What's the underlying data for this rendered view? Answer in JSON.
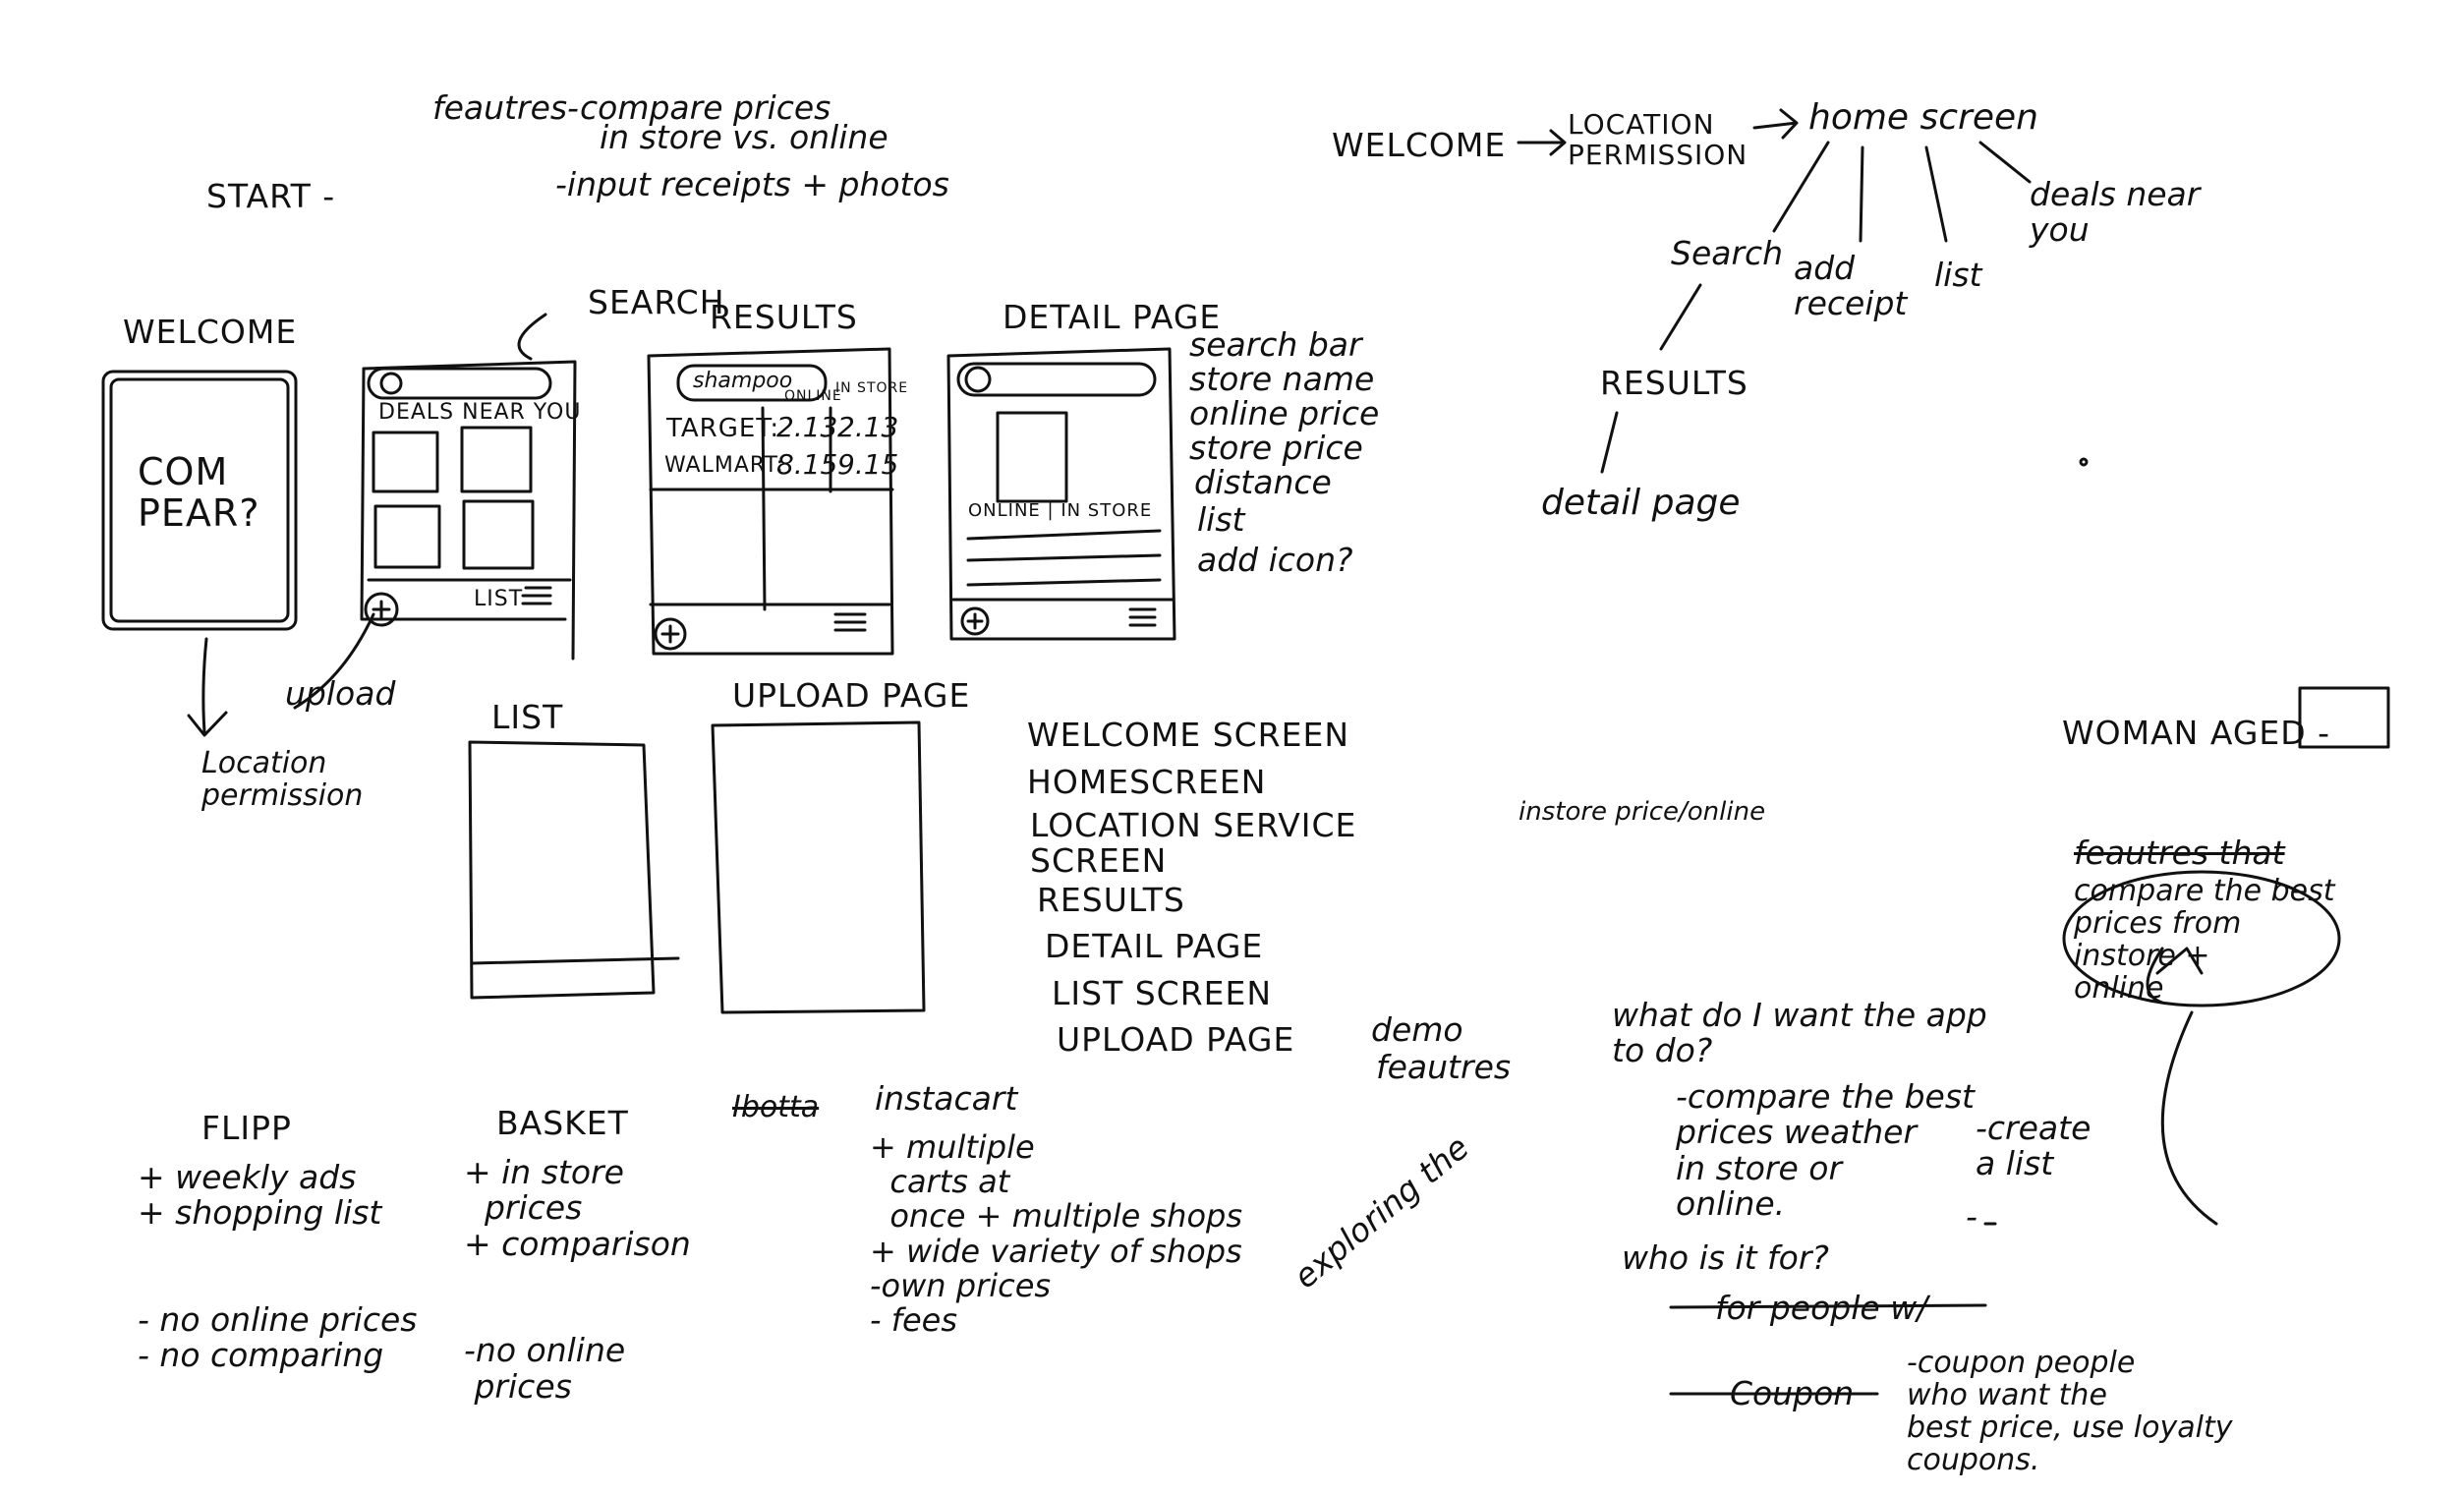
{
  "notes": {
    "features_heading": "feautres-",
    "features_line1": "compare prices",
    "features_line2": "in store vs. online",
    "features_line3": "-input receipts + photos",
    "start": "START -"
  },
  "flow": {
    "welcome": "WELCOME",
    "location_permission": "LOCATION\nPERMISSION",
    "home_screen": "home screen",
    "search": "Search",
    "add_receipt": "add\nreceipt",
    "list": "list",
    "deals_near_you": "deals near\nyou",
    "results": "RESULTS",
    "detail_page": "detail page"
  },
  "wireframes": {
    "welcome_label": "WELCOME",
    "welcome_logo": "COM\nPEAR?",
    "search_label": "SEARCH",
    "deals_near_you": "DEALS NEAR YOU",
    "list_tab": "LIST",
    "results_label": "RESULTS",
    "results_query": "shampoo",
    "col_online": "ONLINE",
    "col_instore": "IN STORE",
    "row1_store": "TARGET:",
    "row1_online": "2.13",
    "row1_instore": "2.13",
    "row2_store": "WALMART:",
    "row2_online": "8.15",
    "row2_instore": "9.15",
    "detail_label": "DETAIL PAGE",
    "detail_tabs": "ONLINE | IN STORE",
    "detail_features": [
      "search bar",
      "store name",
      "online price",
      "store price",
      "distance",
      "list",
      "add icon?"
    ],
    "upload_arrow": "upload",
    "location_permission": "Location\npermission",
    "list_label": "LIST",
    "upload_label": "UPLOAD PAGE",
    "plus": "+"
  },
  "screens_list": [
    "WELCOME SCREEN",
    "HOMESCREEN",
    "LOCATION SERVICE\nSCREEN",
    "RESULTS",
    "DETAIL PAGE",
    "LIST SCREEN",
    "UPLOAD PAGE"
  ],
  "demo_features": [
    "demo",
    "feautres"
  ],
  "misc": {
    "instore_online": "instore price/online",
    "woman_aged": "WOMAN AGED -",
    "features_that": "feautres that",
    "compare_best": "compare the best\nprices from\ninstore +\nonline",
    "exploring": "exploring the",
    "question1": "what do I want the app\nto do?",
    "answer1": "-compare the best\nprices weather\nin store or\nonline.",
    "answer2": "-create\na list",
    "dash": "-",
    "question2": "who is it for?",
    "for_people": "for people w/",
    "coupon_struck": "Coupon",
    "coupon_people": "-coupon people\nwho want the\nbest price, use loyalty\ncoupons."
  },
  "competitors": {
    "flipp": "FLIPP",
    "flipp_notes": "+ weekly ads\n+ shopping list\n\n\n- no online prices\n- no comparing",
    "basket": "BASKET",
    "basket_notes": "+ in store\n  prices\n+ comparison\n\n\n-no online\n prices",
    "ibotta": "Ibotta",
    "instacart": "instacart",
    "instacart_notes": "+ multiple\n  carts at\n  once + multiple shops\n+ wide variety of shops\n-own prices\n- fees"
  }
}
